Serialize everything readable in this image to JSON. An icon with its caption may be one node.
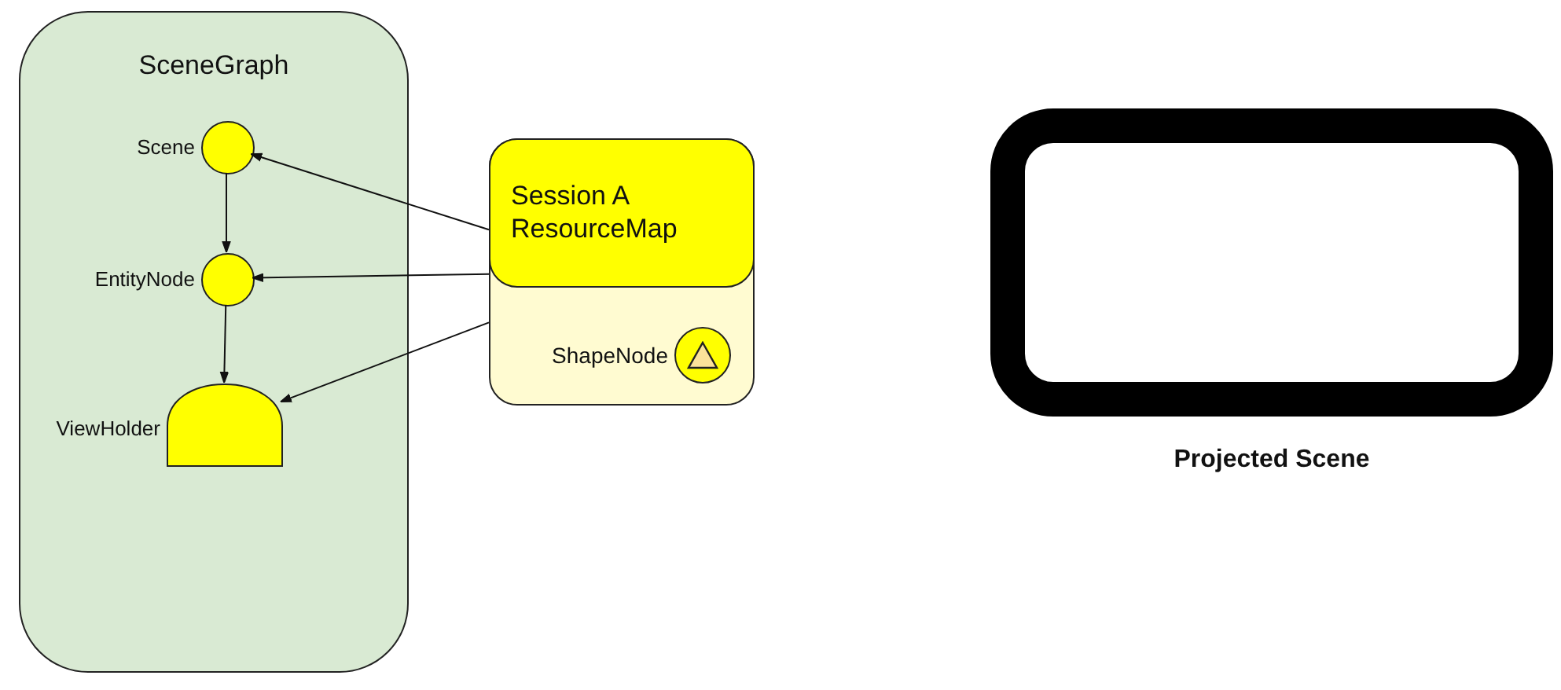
{
  "diagram": {
    "nodes": [
      {
        "text": [
          "SceneGraph"
        ]
      },
      {
        "text": [
          "Scene"
        ],
        "in": 0
      },
      {
        "text": [
          "EntityNode"
        ],
        "in": 0
      },
      {
        "text": [
          "ViewHolder"
        ],
        "in": 0
      },
      {
        "text": [
          "Session A ResourceMap"
        ]
      },
      {
        "text": [
          "ShapeNode"
        ],
        "in": 4
      },
      {
        "text": [
          "Projected Scene"
        ]
      }
    ],
    "edges": [
      {
        "from": 1,
        "to": 2,
        "arrow": "to"
      },
      {
        "from": 2,
        "to": 3,
        "arrow": "to"
      },
      {
        "from": 4,
        "to": 1,
        "arrow": "to"
      },
      {
        "from": 4,
        "to": 2,
        "arrow": "to"
      },
      {
        "from": 4,
        "to": 3,
        "arrow": "to"
      }
    ]
  }
}
